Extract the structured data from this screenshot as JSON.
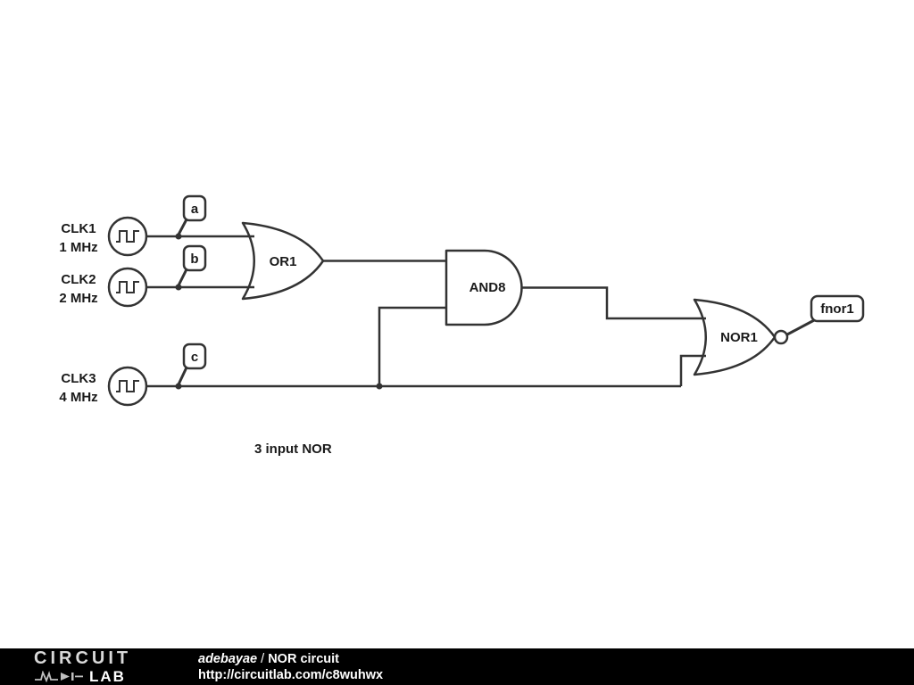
{
  "schematic": {
    "annotation": "3 input NOR",
    "sources": [
      {
        "name": "CLK1",
        "frequency": "1 MHz",
        "net_flag": "a"
      },
      {
        "name": "CLK2",
        "frequency": "2 MHz",
        "net_flag": "b"
      },
      {
        "name": "CLK3",
        "frequency": "4 MHz",
        "net_flag": "c"
      }
    ],
    "gates": [
      {
        "label": "OR1",
        "type": "OR"
      },
      {
        "label": "AND8",
        "type": "AND"
      },
      {
        "label": "NOR1",
        "type": "NOR"
      }
    ],
    "output_flag": "fnor1"
  },
  "footer": {
    "logo_word_1": "CIRCUIT",
    "logo_word_2": "LAB",
    "author": "adebayae",
    "separator": " / ",
    "circuit_title": "NOR circuit",
    "url": "http://circuitlab.com/c8wuhwx"
  },
  "colors": {
    "stroke": "#333333",
    "text": "#1a1a1a",
    "background": "#ffffff",
    "footer_background": "#000000",
    "footer_text": "#ffffff"
  }
}
